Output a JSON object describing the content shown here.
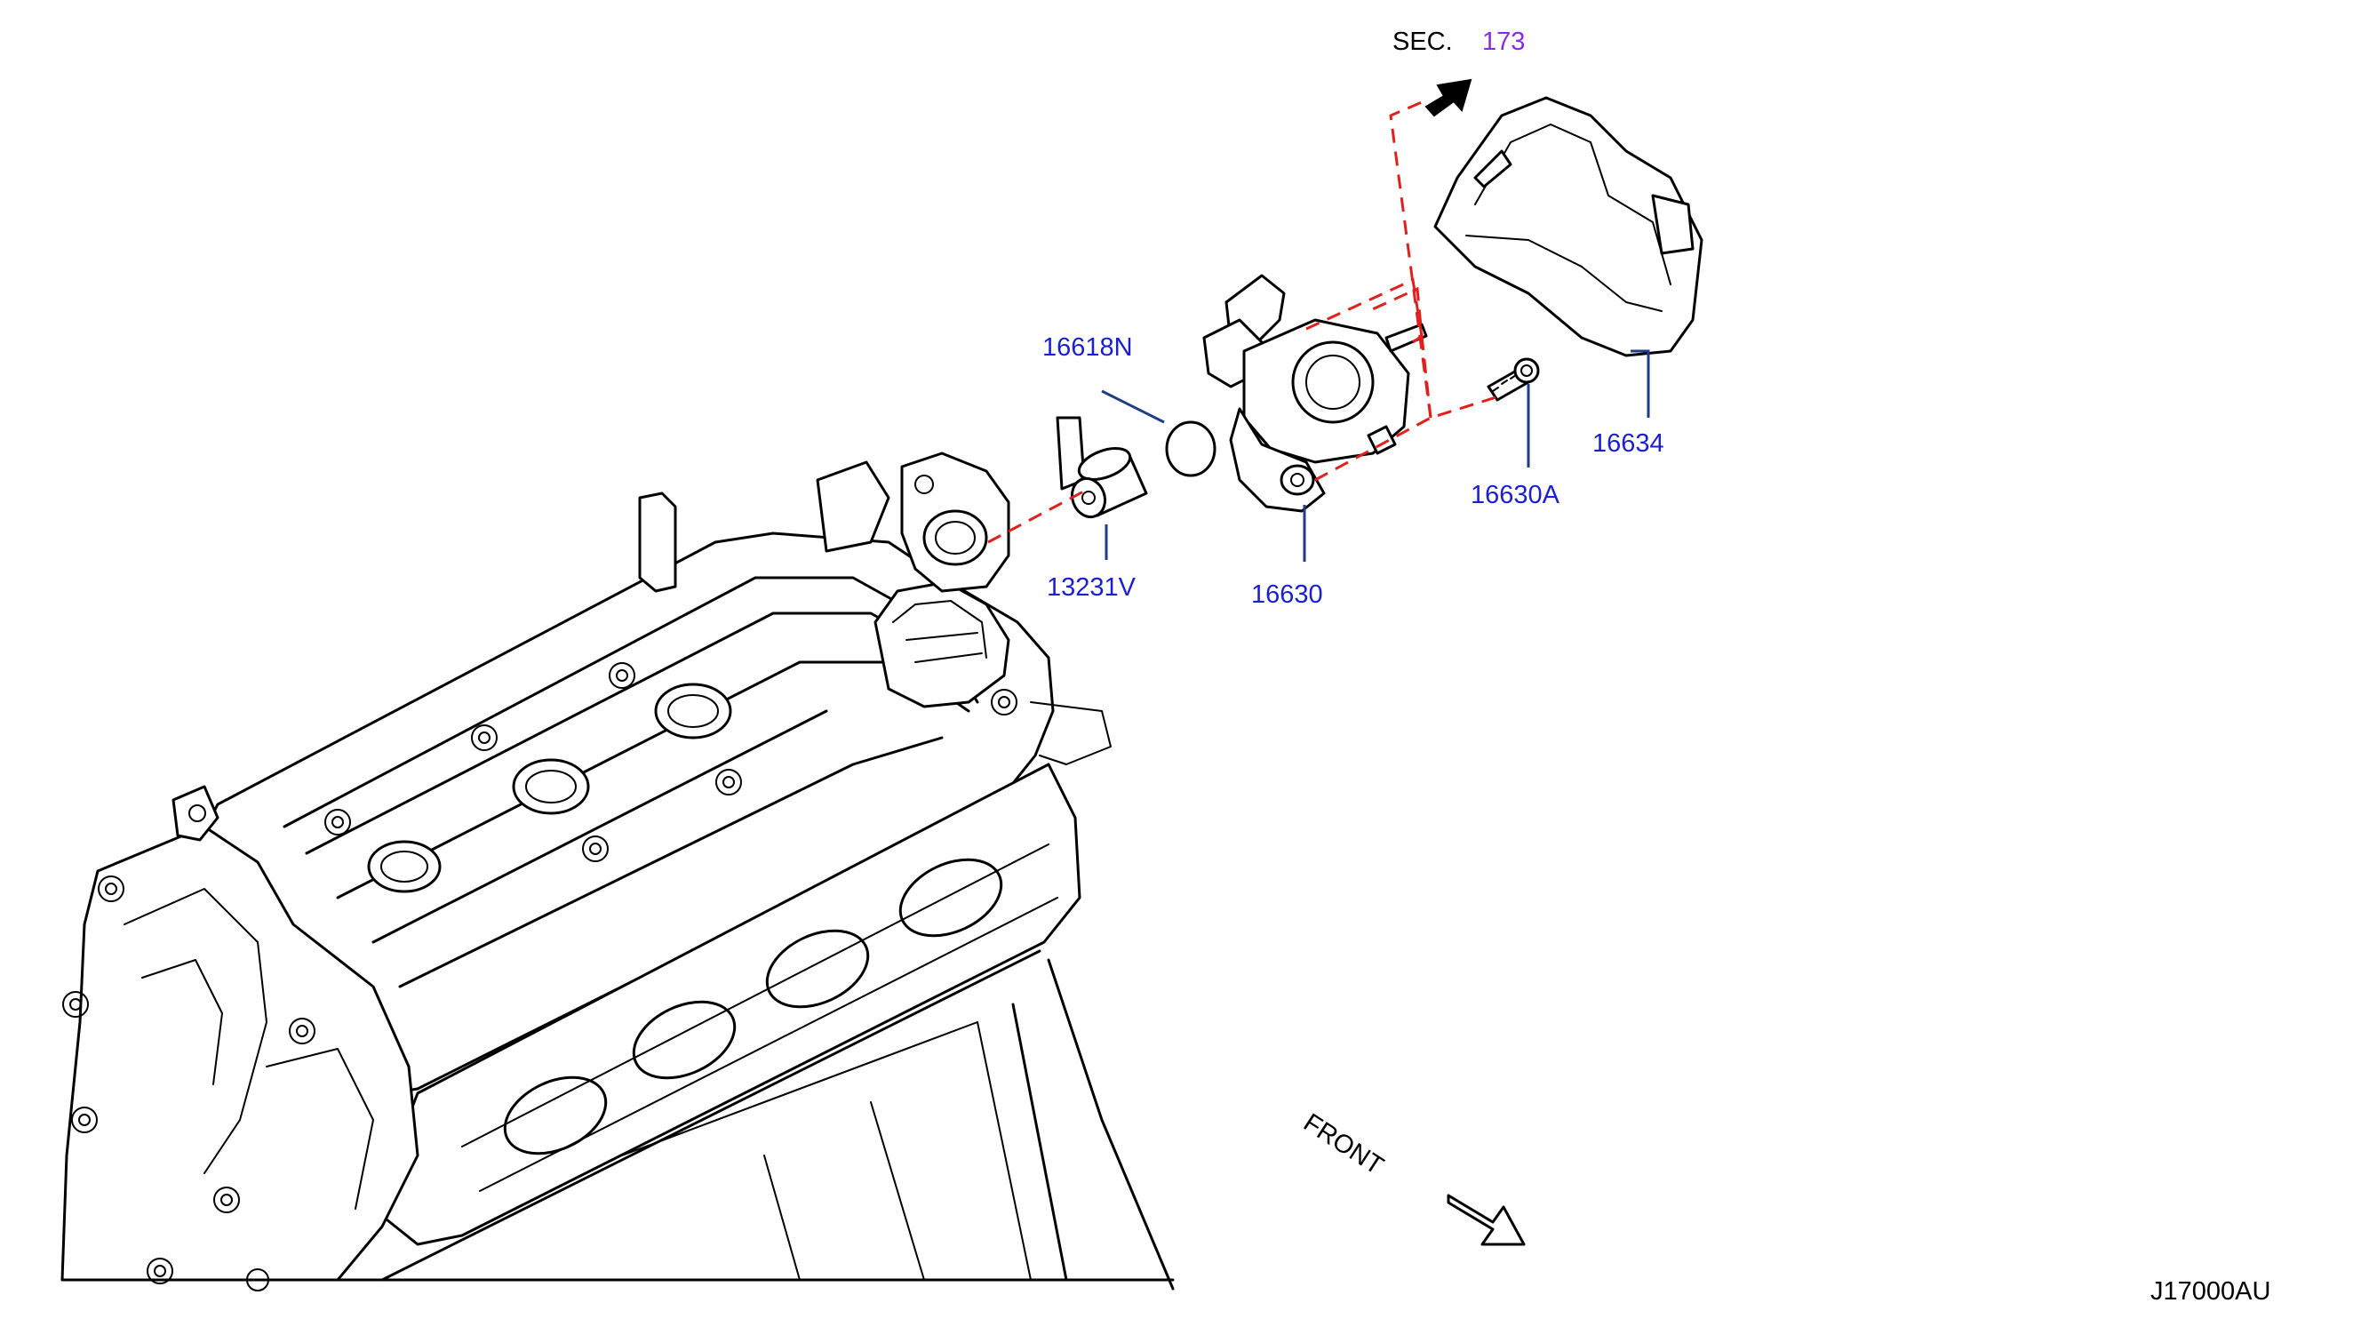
{
  "section_ref": {
    "prefix": "SEC.",
    "number": "173"
  },
  "parts": [
    {
      "number": "16618N"
    },
    {
      "number": "13231V"
    },
    {
      "number": "16630"
    },
    {
      "number": "16630A"
    },
    {
      "number": "16634"
    }
  ],
  "front_label": "FRONT",
  "diagram_id": "J17000AU",
  "colors": {
    "part_label": "#1a1fd0",
    "section_number": "#8a2be2",
    "callout_dash": "#e0201c",
    "leader": "#1f3c88"
  }
}
